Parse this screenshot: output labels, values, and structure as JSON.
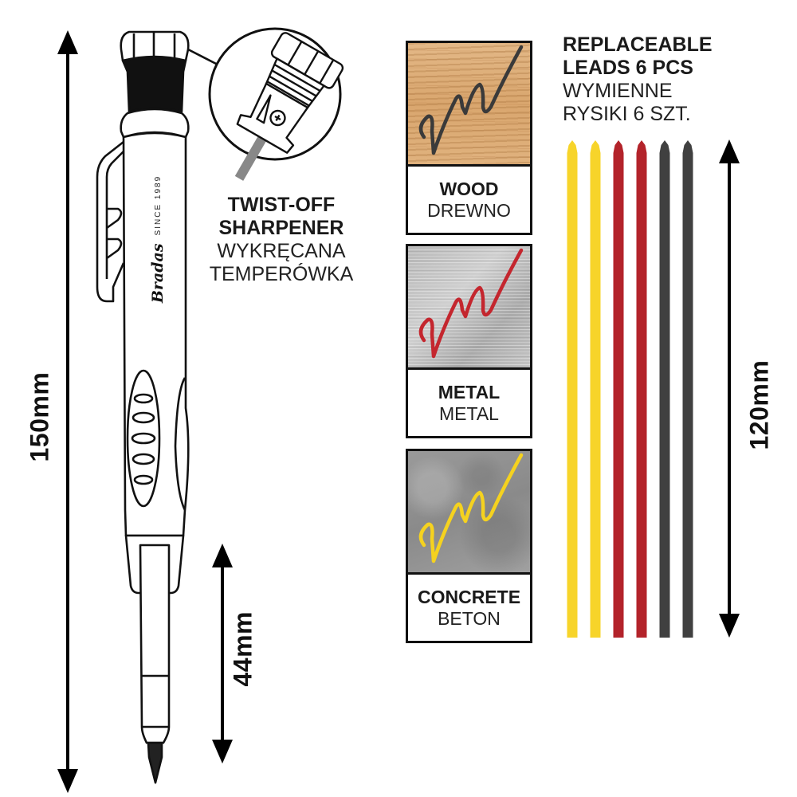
{
  "dimensions": {
    "total_length": "150mm",
    "tip_length": "44mm",
    "lead_length": "120mm"
  },
  "brand": {
    "logo": "Bradas",
    "tagline": "SINCE 1989"
  },
  "sharpener": {
    "title_line1": "TWIST-OFF",
    "title_line2": "SHARPENER",
    "subtitle_line1": "WYKRĘCANA",
    "subtitle_line2": "TEMPERÓWKA"
  },
  "leads": {
    "title_line1": "REPLACEABLE",
    "title_line2": "LEADS 6 PCS",
    "subtitle_line1": "WYMIENNE",
    "subtitle_line2": "RYSIKI 6 SZT.",
    "colors": [
      "#f7d42a",
      "#f7d42a",
      "#b3232a",
      "#b3232a",
      "#404040",
      "#404040"
    ]
  },
  "surfaces": [
    {
      "name": "WOOD",
      "name_pl": "DREWNO",
      "stroke_color": "#3a3a3a"
    },
    {
      "name": "METAL",
      "name_pl": "METAL",
      "stroke_color": "#c4262e"
    },
    {
      "name": "CONCRETE",
      "name_pl": "BETON",
      "stroke_color": "#f5d21f"
    }
  ]
}
